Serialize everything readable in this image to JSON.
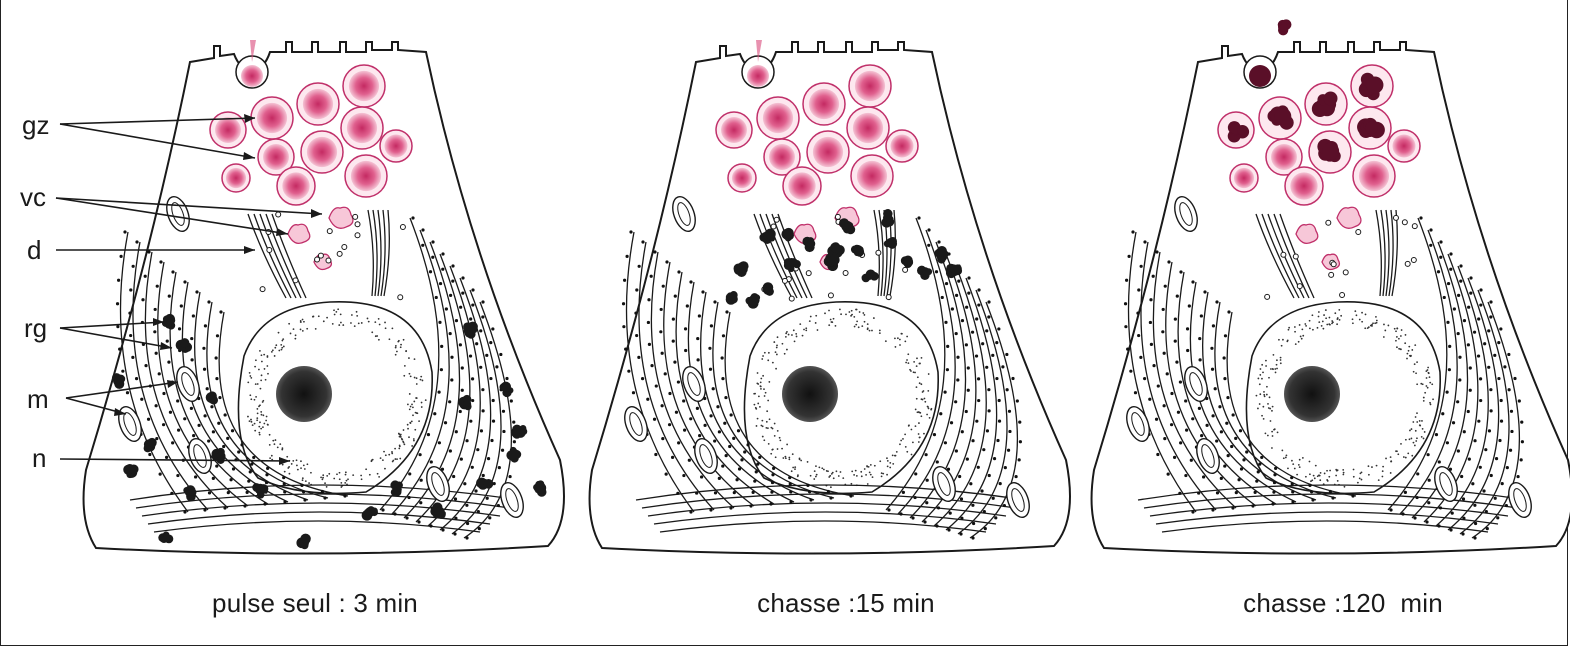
{
  "labels": {
    "gz": "gz",
    "vc": "vc",
    "d": "d",
    "rg": "rg",
    "m": "m",
    "n": "n"
  },
  "panels": [
    {
      "caption": "pulse seul : 3 min",
      "stage": "rer"
    },
    {
      "caption": "chasse :15 min",
      "stage": "golgi"
    },
    {
      "caption": "chasse :120  min",
      "stage": "granules"
    }
  ],
  "colors": {
    "outline": "#1a1a1a",
    "granule_fill": "#f6c9d8",
    "granule_core": "#d9487a",
    "granule_ring": "#c0306a",
    "label_dark": "#2a0a12",
    "granule_dark": "#5a0f28"
  }
}
